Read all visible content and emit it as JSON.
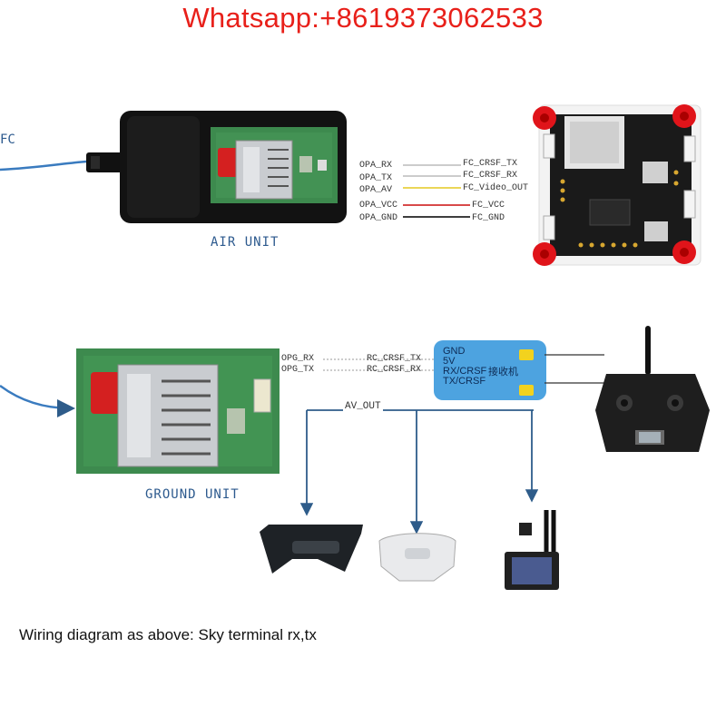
{
  "watermark": "Whatsapp:+8619373062533",
  "fc_edge_label": "FC",
  "air_unit": {
    "label": "AIR UNIT",
    "signals": [
      {
        "left": "OPA_RX",
        "right": "FC_CRSF_TX"
      },
      {
        "left": "OPA_TX",
        "right": "FC_CRSF_RX"
      },
      {
        "left": "OPA_AV",
        "right": "FC_Video_OUT"
      },
      {
        "left": "OPA_VCC",
        "right": "FC_VCC"
      },
      {
        "left": "OPA_GND",
        "right": "FC_GND"
      }
    ]
  },
  "ground_unit": {
    "label": "GROUND UNIT",
    "signals": [
      {
        "left": "OPG_RX",
        "right": "RC_CRSF_TX"
      },
      {
        "left": "OPG_TX",
        "right": "RC_CRSF_RX"
      }
    ],
    "av_out": "AV_OUT"
  },
  "receiver": {
    "lines": [
      "GND",
      "5V",
      "RX/CRSF",
      "TX/CRSF"
    ],
    "chinese_label": "接收机"
  },
  "caption": "Wiring diagram as above: Sky terminal rx,tx",
  "colors": {
    "watermark": "#e8201a",
    "cable_blue": "#3a7bbf",
    "arrow_blue": "#2e5c8a",
    "wire_yellow": "#e8d040",
    "wire_red": "#d23030",
    "wire_black": "#222222",
    "receiver_fill": "#4da3e0",
    "pcb_green": "#3d8a4e"
  }
}
